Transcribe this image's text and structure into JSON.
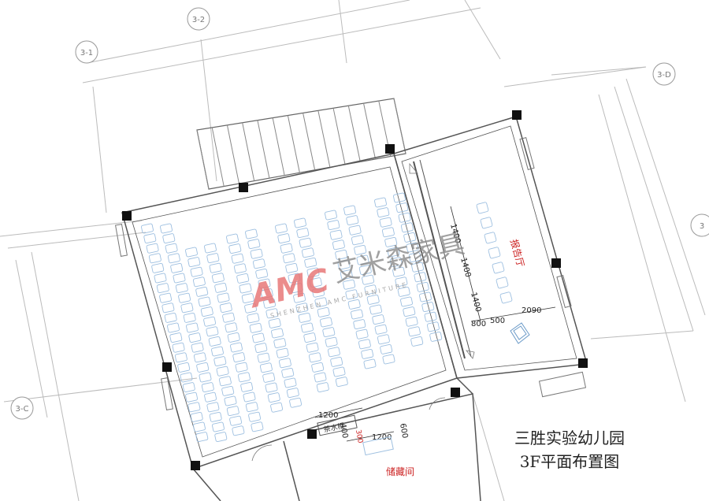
{
  "title": {
    "line1": "三胜实验幼儿园",
    "line2": "3F平面布置图"
  },
  "axis_labels": {
    "a1": "3-1",
    "a2": "3-2",
    "aD": "3-D",
    "aC": "3-C",
    "a3": "3"
  },
  "rooms": {
    "report_hall": "报告厅",
    "storage": "储藏间",
    "tea_cabinet": "茶水柜"
  },
  "dimensions": {
    "d1400a": "1400",
    "d1400b": "1400",
    "d1400c": "1400",
    "d800": "800",
    "d500": "500",
    "d2090": "2090",
    "d1200a": "1200",
    "d1200b": "1200",
    "d400": "400",
    "d600": "600",
    "d300": "300"
  },
  "watermark": {
    "logo": "AMC",
    "brand": "艾米森家具",
    "subtitle": "SHENZHEN AMC FURNITURE"
  },
  "colors": {
    "line": "#555555",
    "chair": "#9dbfe0",
    "wall": "#111111",
    "red_text": "#cc2222",
    "logo": "#e87878"
  }
}
